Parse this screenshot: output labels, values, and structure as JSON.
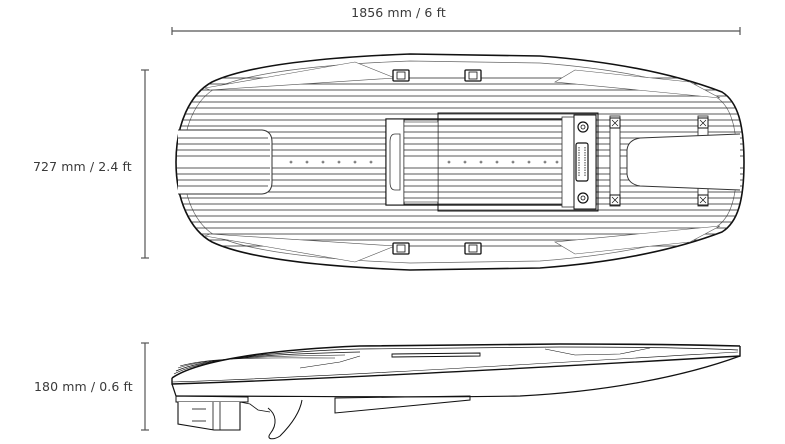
{
  "diagram": {
    "subject": "electric surfboard technical drawing",
    "views": [
      {
        "name": "top view",
        "description": "board deck plan with grip stripes, handles, battery compartment and footstraps"
      },
      {
        "name": "side view",
        "description": "board profile with jet drive unit and fin"
      }
    ],
    "dimensions": {
      "length": {
        "label": "1856 mm / 6 ft",
        "value_mm": 1856,
        "value_ft": 6
      },
      "width": {
        "label": "727 mm / 2.4 ft",
        "value_mm": 727,
        "value_ft": 2.4
      },
      "height": {
        "label": "180 mm / 0.6 ft",
        "value_mm": 180,
        "value_ft": 0.6
      }
    },
    "colors": {
      "background": "#ffffff",
      "line": "#1a1a1a",
      "dimension_line": "#555555",
      "label_text": "#3a3a3a"
    }
  }
}
